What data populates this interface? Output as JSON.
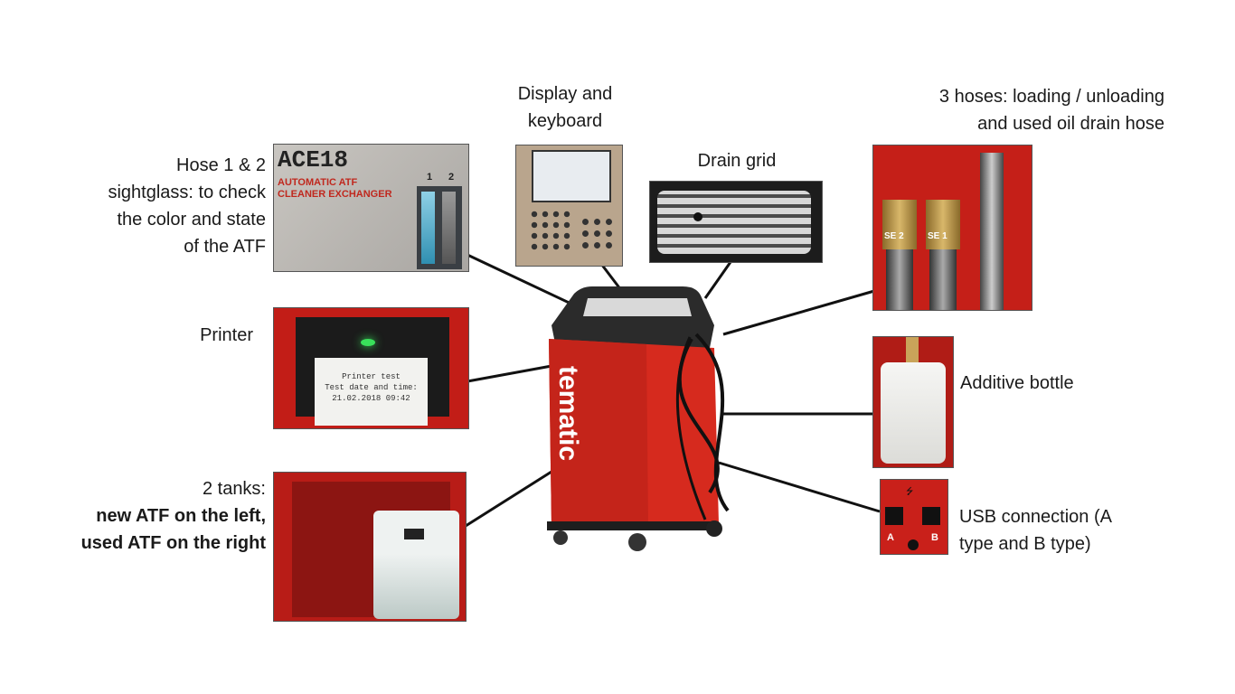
{
  "labels": {
    "hose_sightglass": [
      "Hose 1 & 2",
      "sightglass: to check",
      "the color and state",
      "of the ATF"
    ],
    "printer": "Printer",
    "tanks": [
      "2 tanks:",
      "new ATF on the left,",
      "used ATF on the right"
    ],
    "display_keyboard": [
      "Display and",
      "keyboard"
    ],
    "drain_grid": "Drain grid",
    "hoses": [
      "3 hoses: loading / unloading",
      "and used oil drain hose"
    ],
    "additive_bottle": "Additive bottle",
    "usb": [
      "USB connection (A",
      "type and B type)"
    ]
  },
  "photo_text": {
    "sightglass_model": "ACE18",
    "sightglass_subtitle_1": "AUTOMATIC ATF",
    "sightglass_subtitle_2": "CLEANER EXCHANGER",
    "sightglass_num_1": "1",
    "sightglass_num_2": "2",
    "printer_paper_1": "Printer test",
    "printer_paper_2": "Test date and time:",
    "printer_paper_3": "21.02.2018  09:42",
    "hose_tag_2": "SE 2",
    "hose_tag_1": "SE 1",
    "usb_a": "A",
    "usb_b": "B",
    "brand": "tematic"
  },
  "colors": {
    "machine_red": "#d62a1e",
    "panel_dark": "#2b2b2b",
    "photo_red": "#c8201a",
    "line": "#111111"
  }
}
